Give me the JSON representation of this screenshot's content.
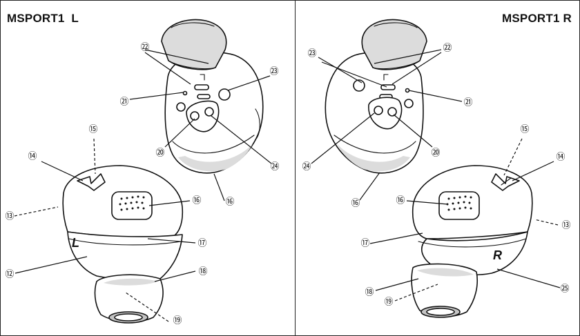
{
  "panels": {
    "left": {
      "title": "MSPORT1  L",
      "side_letter": "L"
    },
    "right": {
      "title": "MSPORT1 R",
      "side_letter": "R"
    }
  },
  "callouts": {
    "n12": "⑫",
    "n13": "⑬",
    "n14": "⑭",
    "n15": "⑮",
    "n16": "⑯",
    "n17": "⑰",
    "n18": "⑱",
    "n19": "⑲",
    "n20": "⑳",
    "n21": "㉑",
    "n22": "㉒",
    "n23": "㉓",
    "n24": "㉔",
    "n25": "㉕"
  }
}
